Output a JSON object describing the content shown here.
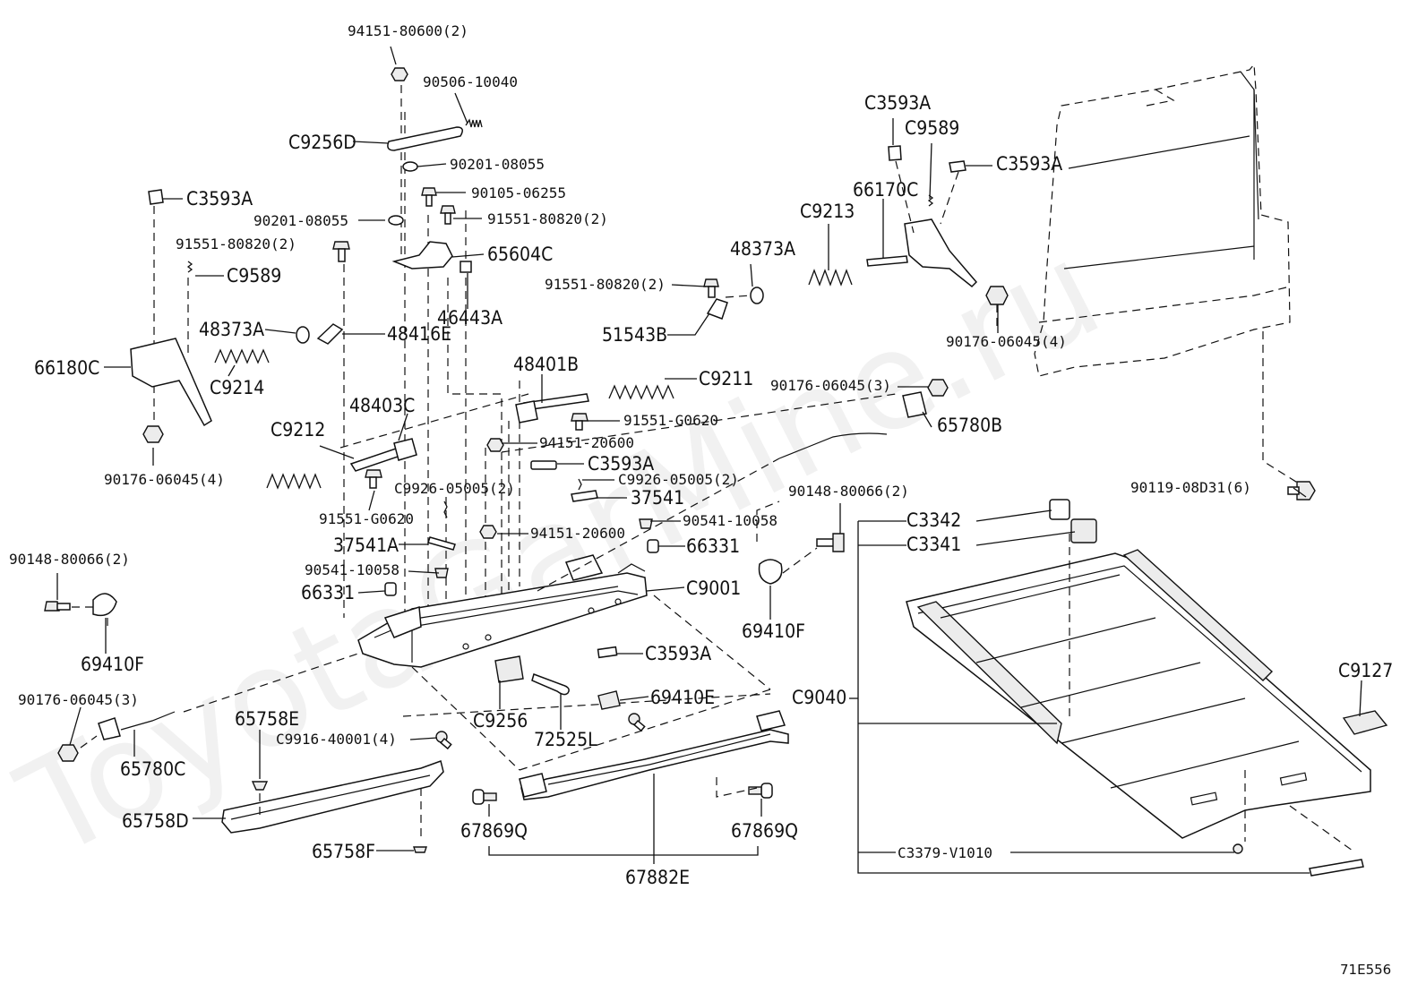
{
  "diagram": {
    "watermark": "ToyotaGarMine.ru",
    "figure_code": "71E556",
    "callouts": {
      "c_94151_80600": "94151-80600(2)",
      "c_90506_10040": "90506-10040",
      "c_C9256D": "C9256D",
      "c_90201_08055_a": "90201-08055",
      "c_90105_06255": "90105-06255",
      "c_90201_08055_b": "90201-08055",
      "c_91551_80820_a": "91551-80820(2)",
      "c_65604C": "65604C",
      "c_46443A": "46443A",
      "c_C3593A_left": "C3593A",
      "c_91551_80820_b": "91551-80820(2)",
      "c_C9589_left": "C9589",
      "c_48373A_left": "48373A",
      "c_48416E": "48416E",
      "c_66180C": "66180C",
      "c_C9214": "C9214",
      "c_90176_06045_4a": "90176-06045(4)",
      "c_48403C": "48403C",
      "c_C9212": "C9212",
      "c_91551_G0620_a": "91551-G0620",
      "c_C9926_05005_a": "C9926-05005(2)",
      "c_37541A": "37541A",
      "c_90541_10058_a": "90541-10058",
      "c_66331_a": "66331",
      "c_48401B": "48401B",
      "c_C9211": "C9211",
      "c_91551_G0620_b": "91551-G0620",
      "c_94151_20600_a": "94151-20600",
      "c_C3593A_mid": "C3593A",
      "c_C9926_05005_b": "C9926-05005(2)",
      "c_37541": "37541",
      "c_94151_20600_b": "94151-20600",
      "c_90541_10058_b": "90541-10058",
      "c_66331_b": "66331",
      "c_C9001": "C9001",
      "c_C3593A_low": "C3593A",
      "c_69410E": "69410E",
      "c_C9256": "C9256",
      "c_72525L": "72525L",
      "c_C9916_40001": "C9916-40001(4)",
      "c_90148_80066_a": "90148-80066(2)",
      "c_69410F_a": "69410F",
      "c_90176_06045_3a": "90176-06045(3)",
      "c_65780C": "65780C",
      "c_65758E": "65758E",
      "c_65758D": "65758D",
      "c_65758F": "65758F",
      "c_67869Q_a": "67869Q",
      "c_67869Q_b": "67869Q",
      "c_67882E": "67882E",
      "c_91551_80820_c": "91551-80820(2)",
      "c_48373A_right": "48373A",
      "c_51543B": "51543B",
      "c_C9213": "C9213",
      "c_C3593A_r1": "C3593A",
      "c_C9589_right": "C9589",
      "c_C3593A_r2": "C3593A",
      "c_66170C": "66170C",
      "c_90176_06045_4b": "90176-06045(4)",
      "c_90176_06045_3b": "90176-06045(3)",
      "c_65780B": "65780B",
      "c_90148_80066_b": "90148-80066(2)",
      "c_69410F_b": "69410F",
      "c_90119_08D31": "90119-08D31(6)",
      "c_C3342": "C3342",
      "c_C3341": "C3341",
      "c_C9040": "C9040",
      "c_C9127": "C9127",
      "c_C3379_V1010": "C3379-V1010"
    }
  }
}
